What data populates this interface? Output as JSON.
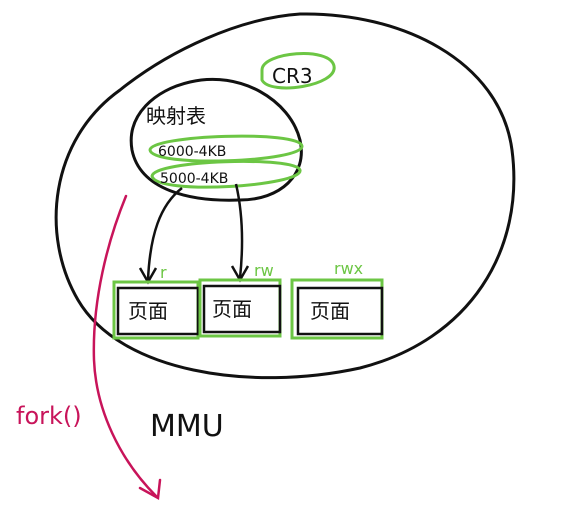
{
  "labels": {
    "cr3": "CR3",
    "page_table": "映射表",
    "entry_1": "6000-4KB",
    "entry_2": "5000-4KB",
    "page_1": "页面",
    "page_2": "页面",
    "page_3": "页面",
    "perm_1": "r",
    "perm_2": "rw",
    "perm_3": "rwx",
    "fork_call": "fork()",
    "mmu": "MMU"
  },
  "colors": {
    "ink": "#111111",
    "highlight": "#6cc644",
    "fork_arrow": "#c8145a"
  }
}
